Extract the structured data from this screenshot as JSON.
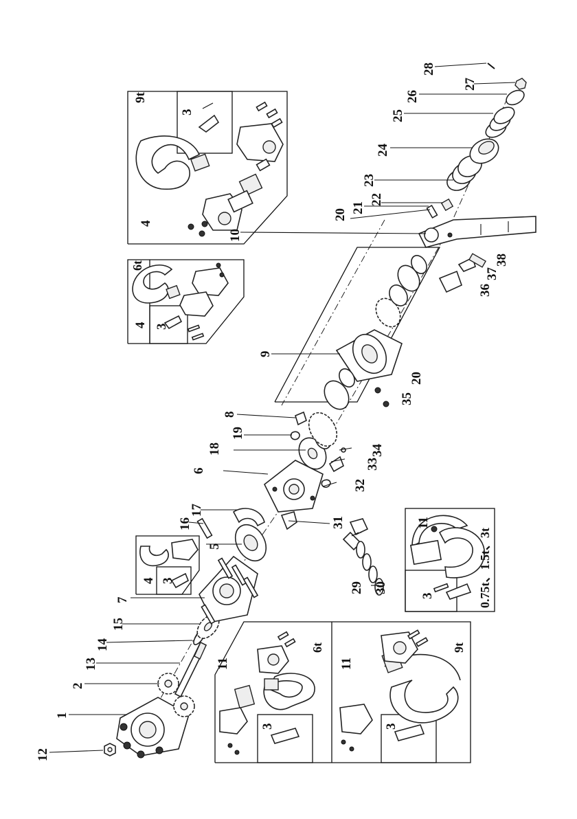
{
  "part_numbers": [
    "1",
    "2",
    "3",
    "4",
    "5",
    "6",
    "7",
    "8",
    "9",
    "10",
    "11",
    "12",
    "13",
    "14",
    "15",
    "16",
    "17",
    "18",
    "19",
    "20",
    "21",
    "22",
    "23",
    "24",
    "25",
    "26",
    "27",
    "28",
    "29",
    "30",
    "31",
    "32",
    "33",
    "34",
    "35",
    "36",
    "37",
    "38"
  ],
  "insets": {
    "top_9t": {
      "capacity": "9t",
      "callout_a": "3",
      "callout_b": "4"
    },
    "top_6t": {
      "capacity": "6t",
      "callout_a": "3",
      "callout_b": "4"
    },
    "mid_small": {
      "callout_a": "3",
      "callout_b": "4"
    },
    "right_small": {
      "capacity": "0.75t、1.5t、3t",
      "callout_a": "3",
      "callout_b": "11"
    },
    "bottom_6t": {
      "capacity": "6t",
      "callout_a": "3",
      "callout_b": "11"
    },
    "bottom_9t": {
      "capacity": "9t",
      "callout_a": "3",
      "callout_b": "11"
    }
  }
}
